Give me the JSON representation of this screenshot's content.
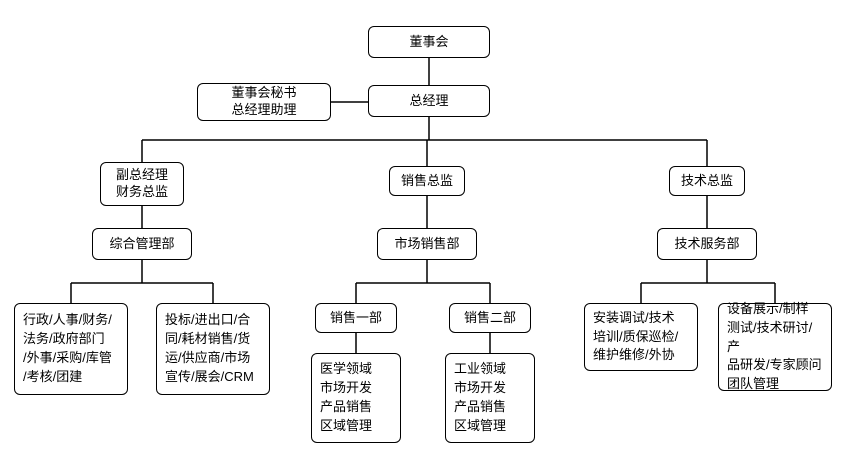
{
  "diagram": {
    "type": "org-chart",
    "colors": {
      "box_border": "#000000",
      "box_background": "#ffffff",
      "connector_line": "#000000",
      "text": "#000000"
    },
    "nodes": {
      "board": "董事会",
      "gm": "总经理",
      "secretary": "董事会秘书\n总经理助理",
      "deputy_gm": "副总经理\n财务总监",
      "sales_director": "销售总监",
      "tech_director": "技术总监",
      "general_mgmt": "综合管理部",
      "marketing_sales": "市场销售部",
      "tech_service": "技术服务部",
      "admin_duties": "行政/人事/财务/\n法务/政府部门\n/外事/采购/库管\n/考核/团建",
      "bidding_duties": "投标/进出口/合\n同/耗材销售/货\n运/供应商/市场\n宣传/展会/CRM",
      "sales_dept1": "销售一部",
      "sales_dept2": "销售二部",
      "sales1_duties": "医学领域\n市场开发\n产品销售\n区域管理",
      "sales2_duties": "工业领域\n市场开发\n产品销售\n区域管理",
      "install_duties": "安装调试/技术\n培训/质保巡检/\n维护维修/外协",
      "rnd_duties": "设备展示/制样\n测试/技术研讨/产\n品研发/专家顾问\n团队管理"
    },
    "edges": [
      [
        "board",
        "gm"
      ],
      [
        "gm",
        "secretary"
      ],
      [
        "gm",
        "deputy_gm"
      ],
      [
        "gm",
        "sales_director"
      ],
      [
        "gm",
        "tech_director"
      ],
      [
        "deputy_gm",
        "general_mgmt"
      ],
      [
        "general_mgmt",
        "admin_duties"
      ],
      [
        "general_mgmt",
        "bidding_duties"
      ],
      [
        "sales_director",
        "marketing_sales"
      ],
      [
        "marketing_sales",
        "sales_dept1"
      ],
      [
        "marketing_sales",
        "sales_dept2"
      ],
      [
        "sales_dept1",
        "sales1_duties"
      ],
      [
        "sales_dept2",
        "sales2_duties"
      ],
      [
        "tech_director",
        "tech_service"
      ],
      [
        "tech_service",
        "install_duties"
      ],
      [
        "tech_service",
        "rnd_duties"
      ]
    ]
  }
}
